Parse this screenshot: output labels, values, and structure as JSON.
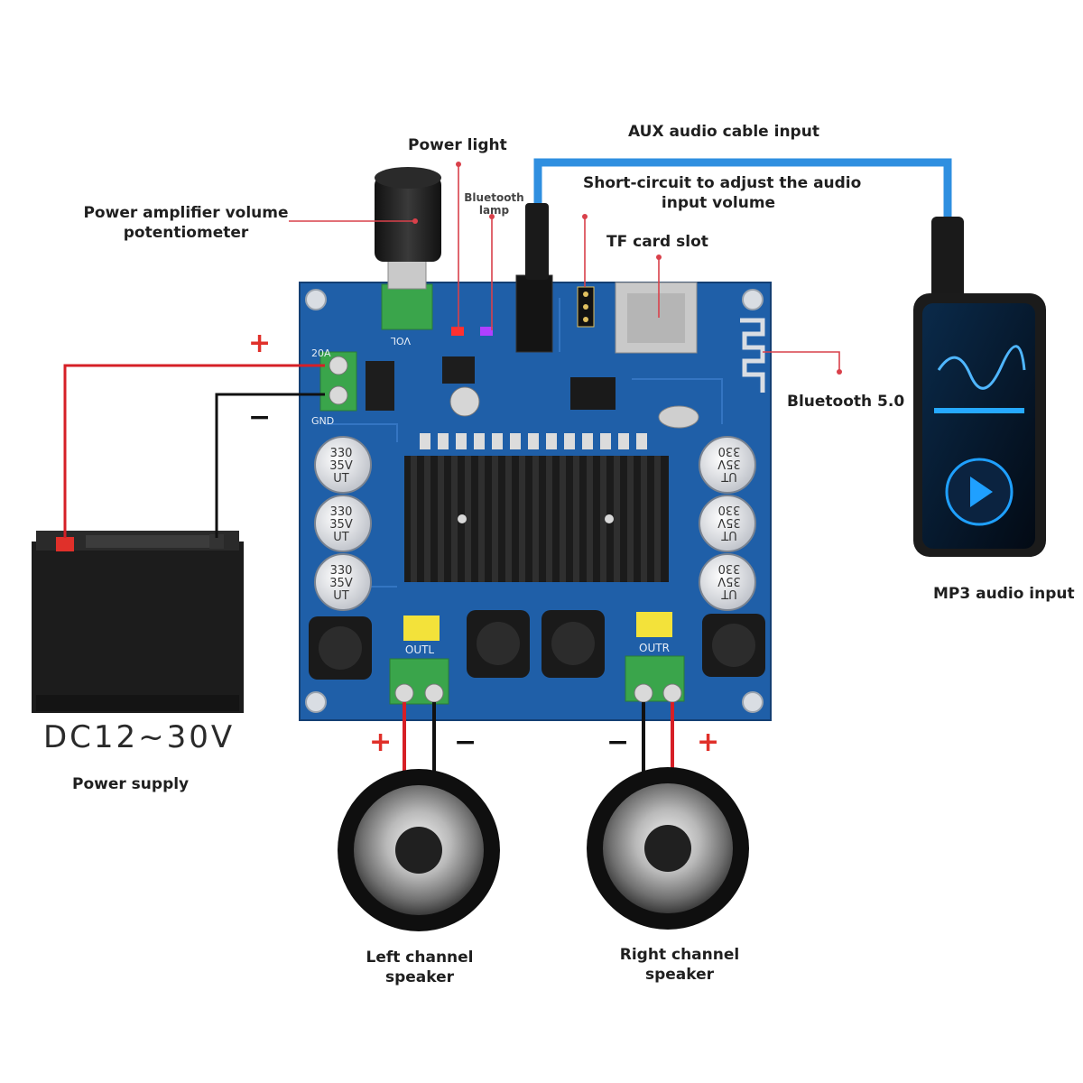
{
  "labels": {
    "power_light": "Power light",
    "aux_input": "AUX audio cable input",
    "volume_pot_line1": "Power amplifier volume",
    "volume_pot_line2": "potentiometer",
    "bluetooth_lamp_line1": "Bluetooth",
    "bluetooth_lamp_line2": "lamp",
    "short_circuit_line1": "Short-circuit to adjust the audio",
    "short_circuit_line2": "input volume",
    "tf_card_slot": "TF card slot",
    "bluetooth": "Bluetooth 5.0",
    "mp3_input": "MP3 audio input",
    "dc_range": "DC12~30V",
    "power_supply": "Power supply",
    "left_speaker_line1": "Left channel",
    "left_speaker_line2": "speaker",
    "right_speaker_line1": "Right channel",
    "right_speaker_line2": "speaker"
  },
  "board_text": {
    "vol": "VOL",
    "power_in": "20A",
    "gnd": "GND",
    "outl": "OUTL",
    "outr": "OUTR",
    "cap_value": "330",
    "cap_voltage": "35V",
    "cap_brand": "UT"
  },
  "signs": {
    "plus": "+",
    "minus": "−"
  },
  "colors": {
    "board": "#1f5fa8",
    "heatsink": "#1b1b1b",
    "terminal": "#3aa54b",
    "aux_cable": "#2f8fe0",
    "positive_wire": "#d61f26",
    "negative_wire": "#111111",
    "callout_line": "#d9404a"
  }
}
